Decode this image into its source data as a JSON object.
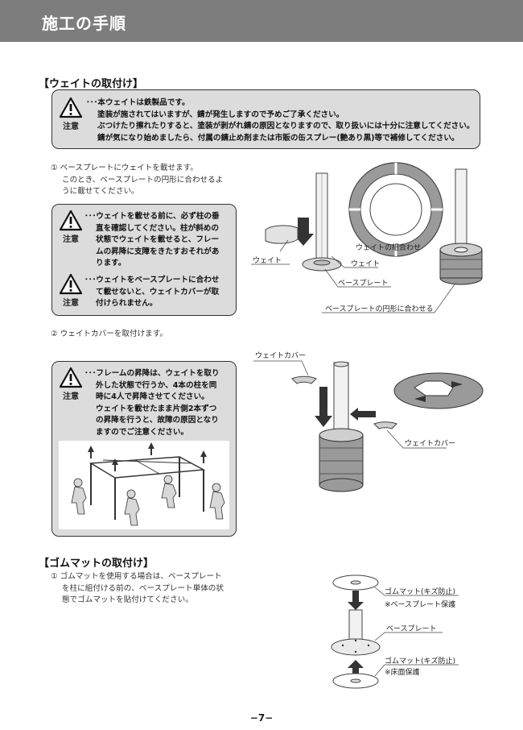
{
  "header": {
    "title": "施工の手順"
  },
  "weight_section": {
    "title": "【ウェイトの取付け】",
    "caution": {
      "label": "注意",
      "lines": [
        "･･･本ウェイトは鉄製品です。",
        "塗装が施されてはいますが、錆が発生しますので予めご了承ください。",
        "ぶつけたり擦れたりすると、塗装が剥がれ錆の原因となりますので、取り扱いには十分に注意してください。",
        "錆が気になり始めましたら、付属の錆止め剤または市販の缶スプレー(艶あり黒)等で補修してください。"
      ]
    },
    "step1": {
      "lines": [
        "① ベースプレートにウェイトを載せます。",
        "このとき、ベースプレートの円形に合わせるよ",
        "うに載せてください。"
      ]
    },
    "caution2": {
      "label": "注意",
      "lines": [
        "･･･ウェイトを載せる前に、必ず柱の垂",
        "直を確認してください。柱が斜めの",
        "状態でウェイトを載せると、フレー",
        "ムの昇降に支障をきたすおそれがあ",
        "ります。"
      ]
    },
    "caution3": {
      "label": "注意",
      "lines": [
        "･･･ウェイトをベースプレートに合わせ",
        "て載せないと、ウェイトカバーが取",
        "付けられません。"
      ]
    },
    "fig1_labels": {
      "weight": "ウェイト",
      "weight2": "ウェイト",
      "base_plate": "ベースプレート",
      "weight_combo": "ウェイトの組合わせ",
      "align": "ベースプレートの円形に合わせる"
    },
    "step2": {
      "text": "② ウェイトカバーを取付けます。"
    },
    "caution4": {
      "label": "注意",
      "lines": [
        "･･･フレームの昇降は、ウェイトを取り",
        "外した状態で行うか、4本の柱を同",
        "時に4人で昇降させてください。",
        "ウェイトを載せたまま片側2本ずつ",
        "の昇降を行うと、故障の原因となり",
        "ますのでご注意ください。"
      ]
    },
    "fig2_labels": {
      "cover_top": "ウェイトカバー",
      "cover_bottom": "ウェイトカバー"
    }
  },
  "mat_section": {
    "title": "【ゴムマットの取付け】",
    "step1": {
      "lines": [
        "① ゴムマットを使用する場合は、ベースプレート",
        "を柱に組付ける前の、ベースプレート単体の状",
        "態でゴムマットを貼付けてください。"
      ]
    },
    "fig3_labels": {
      "mat_top": "ゴムマット(キズ防止)",
      "mat_top_note": "※ベースプレート保護",
      "base_plate": "ベースプレート",
      "mat_bottom": "ゴムマット(キズ防止)",
      "mat_bottom_note": "※床面保護"
    }
  },
  "footer": {
    "page": "−7−"
  }
}
